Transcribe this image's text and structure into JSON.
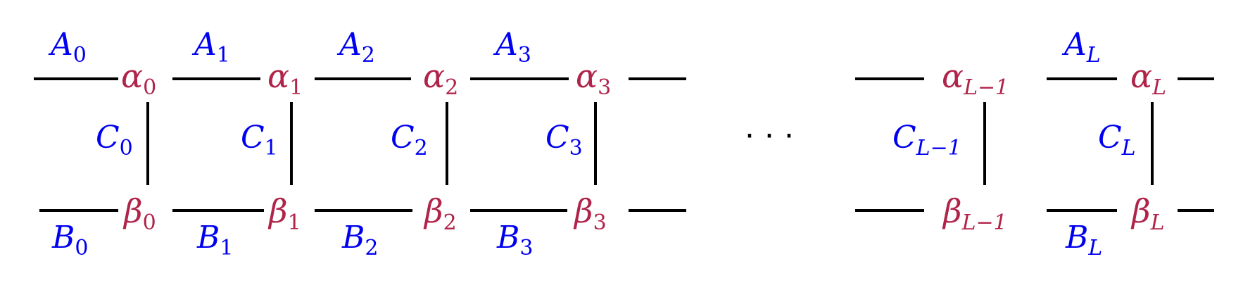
{
  "colors": {
    "node": "#b0244a",
    "edge_label": "#0000f0",
    "line": "#000000",
    "background": "#ffffff"
  },
  "nodes": {
    "alpha": [
      {
        "base": "α",
        "sub": "0"
      },
      {
        "base": "α",
        "sub": "1"
      },
      {
        "base": "α",
        "sub": "2"
      },
      {
        "base": "α",
        "sub": "3"
      },
      {
        "base": "α",
        "sub": "L−1"
      },
      {
        "base": "α",
        "sub": "L"
      }
    ],
    "beta": [
      {
        "base": "β",
        "sub": "0"
      },
      {
        "base": "β",
        "sub": "1"
      },
      {
        "base": "β",
        "sub": "2"
      },
      {
        "base": "β",
        "sub": "3"
      },
      {
        "base": "β",
        "sub": "L−1"
      },
      {
        "base": "β",
        "sub": "L"
      }
    ]
  },
  "edges": {
    "top": [
      {
        "base": "A",
        "sub": "0"
      },
      {
        "base": "A",
        "sub": "1"
      },
      {
        "base": "A",
        "sub": "2"
      },
      {
        "base": "A",
        "sub": "3"
      },
      {
        "base": "A",
        "sub": "L"
      }
    ],
    "bottom": [
      {
        "base": "B",
        "sub": "0"
      },
      {
        "base": "B",
        "sub": "1"
      },
      {
        "base": "B",
        "sub": "2"
      },
      {
        "base": "B",
        "sub": "3"
      },
      {
        "base": "B",
        "sub": "L"
      }
    ],
    "vertical": [
      {
        "base": "C",
        "sub": "0"
      },
      {
        "base": "C",
        "sub": "1"
      },
      {
        "base": "C",
        "sub": "2"
      },
      {
        "base": "C",
        "sub": "3"
      },
      {
        "base": "C",
        "sub": "L−1"
      },
      {
        "base": "C",
        "sub": "L"
      }
    ]
  },
  "ellipsis": "· · ·"
}
